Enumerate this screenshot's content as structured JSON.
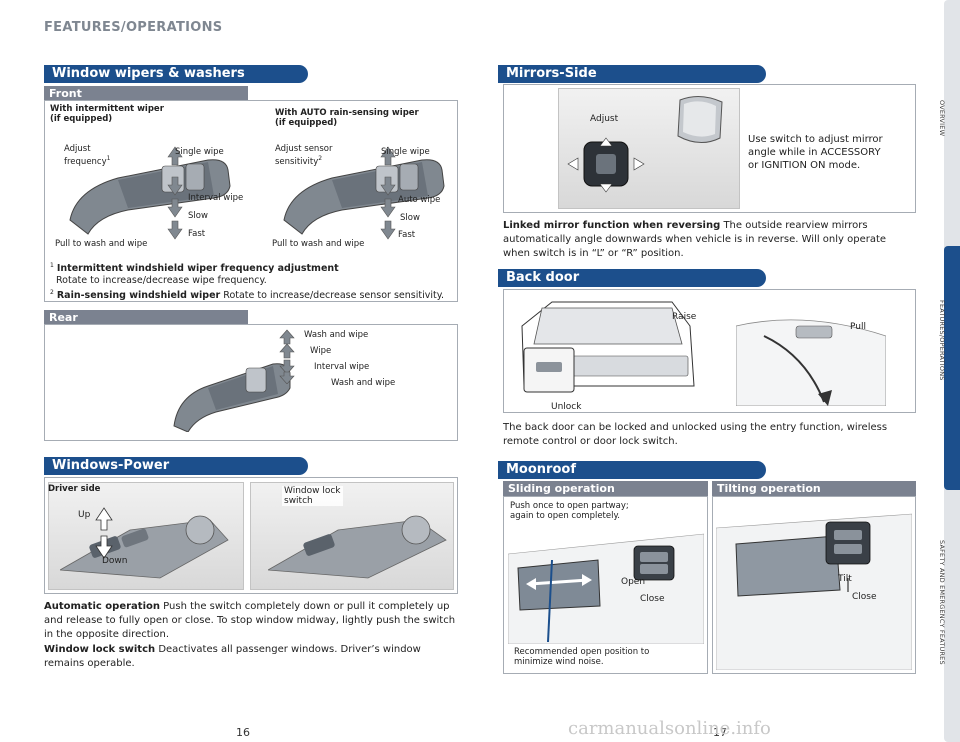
{
  "header": {
    "title": "FEATURES/OPERATIONS"
  },
  "wipers": {
    "title": "Window wipers & washers",
    "front_label": "Front",
    "intermittent_heading": "With intermittent wiper\n(if equipped)",
    "auto_heading": "With AUTO rain-sensing wiper\n(if equipped)",
    "adjust_frequency": "Adjust",
    "adjust_frequency_2": "frequency",
    "sup1": "1",
    "single_wipe": "Single wipe",
    "interval_wipe": "Interval wipe",
    "slow": "Slow",
    "fast": "Fast",
    "pull_wash": "Pull to wash and wipe",
    "adjust_sensor": "Adjust sensor",
    "adjust_sensor_2": "sensitivity",
    "sup2": "2",
    "auto_wipe": "Auto wipe",
    "note1_title": "Intermittent windshield wiper frequency adjustment",
    "note1_text": "Rotate to increase/decrease wipe frequency.",
    "note2_title": "Rain-sensing windshield wiper",
    "note2_text": "Rotate to increase/decrease sensor sensitivity.",
    "rear_label": "Rear",
    "wash_and_wipe": "Wash and wipe",
    "wipe": "Wipe",
    "rear_interval": "Interval wipe"
  },
  "windows": {
    "title": "Windows-Power",
    "driver_side": "Driver side",
    "up": "Up",
    "down": "Down",
    "lock_switch": "Window lock\nswitch",
    "auto_title": "Automatic operation",
    "auto_text": "Push the switch completely down or pull it completely up and release to fully open or close. To stop window midway, lightly push the switch in the opposite direction.",
    "lock_title": "Window lock switch",
    "lock_text": "Deactivates all passenger windows. Driver’s window remains operable."
  },
  "mirrors": {
    "title": "Mirrors-Side",
    "adjust": "Adjust",
    "use_switch": "Use switch to adjust mirror\nangle while in ACCESSORY\nor IGNITION ON mode.",
    "linked_title": "Linked mirror function when reversing",
    "linked_text": "The outside rearview mirrors automatically angle downwards when vehicle is in reverse. Will only operate when switch is in “L” or “R” position."
  },
  "backdoor": {
    "title": "Back door",
    "raise": "Raise",
    "pull": "Pull",
    "unlock": "Unlock",
    "text": "The back door can be locked and unlocked using the entry function, wireless remote control or door lock switch."
  },
  "moonroof": {
    "title": "Moonroof",
    "sliding": "Sliding operation",
    "tilting": "Tilting operation",
    "push_once": "Push once to open partway;\nagain to open completely.",
    "open": "Open",
    "close": "Close",
    "tilt": "Tilt",
    "close2": "Close",
    "recommended": "Recommended open position to\nminimize wind noise."
  },
  "side_tabs": {
    "overview": "OVERVIEW",
    "features": "FEATURES/OPERATIONS",
    "safety": "SAFETY AND EMERGENCY FEATURES"
  },
  "pages": {
    "left": "16",
    "right": "17"
  },
  "watermark": "carmanualsonline.info",
  "colors": {
    "accent": "#1c4f8c",
    "subbar": "#7b8290"
  }
}
